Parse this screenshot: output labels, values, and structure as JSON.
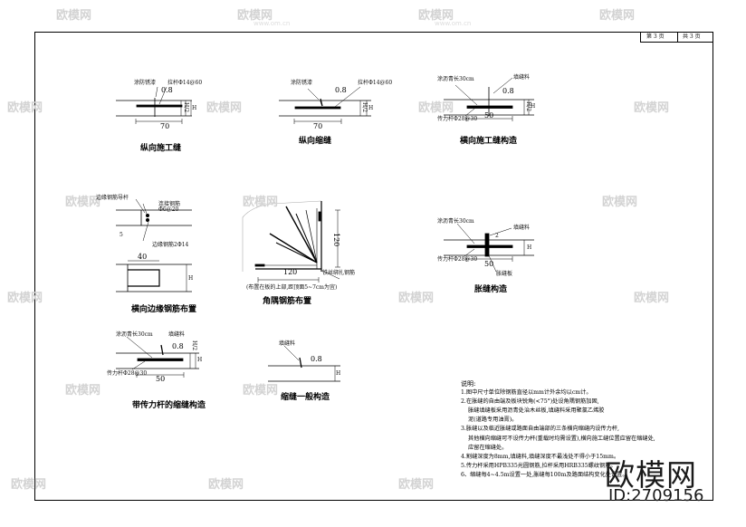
{
  "page_indicator": {
    "current": "第 3 页",
    "total": "共 3 页"
  },
  "details": {
    "longitudinal_construction_joint": {
      "title": "纵向施工缝",
      "labels": [
        "涂防锈漆",
        "拉杆Φ14@60"
      ],
      "dims": [
        "0.8",
        "70",
        "H/2",
        "H"
      ]
    },
    "longitudinal_contraction_joint": {
      "title": "纵向缩缝",
      "labels": [
        "涂防锈漆",
        "拉杆Φ14@60"
      ],
      "dims": [
        "0.8",
        "70",
        "H/2",
        "H"
      ]
    },
    "transverse_construction_joint": {
      "title": "横向施工缝构造",
      "labels": [
        "涂沥青长30cm",
        "填缝料",
        "传力杆Φ28@30"
      ],
      "dims": [
        "0.8",
        "50",
        "H/2",
        "H"
      ]
    },
    "transverse_edge_rebar": {
      "title": "横向边缘钢筋布置",
      "labels": [
        "边缘钢筋导杆",
        "连接钢筋",
        "Φ6@20",
        "边缘钢筋2Φ14"
      ],
      "dims": [
        "40",
        "5",
        "H"
      ]
    },
    "corner_rebar": {
      "title": "角隅钢筋布置",
      "labels": [
        "铁丝绑扎钢筋",
        "(布置在板的上部,距顶面5~7cm为宜)"
      ],
      "dims": [
        "120",
        "120"
      ]
    },
    "expansion_joint": {
      "title": "胀缝构造",
      "labels": [
        "涂沥青长30cm",
        "传力杆Φ28@30",
        "填缝料",
        "胀缝板"
      ],
      "dims": [
        "2",
        "50",
        "H"
      ]
    },
    "dowel_contraction_joint": {
      "title": "带传力杆的缩缝构造",
      "labels": [
        "涂沥青长30cm",
        "传力杆Φ28@30",
        "填缝料"
      ],
      "dims": [
        "0.8",
        "50",
        "H/2",
        "H"
      ]
    },
    "general_contraction_joint": {
      "title": "缩缝一般构造",
      "labels": [
        "填缝料"
      ],
      "dims": [
        "0.8",
        "H"
      ]
    }
  },
  "notes": {
    "heading": "说明:",
    "lines": [
      "1.图中尺寸单位除钢筋直径以mm计外余均以cm计。",
      "2.在胀缝的自由端及板块锐角(<75°)处设角隅钢筋加固,",
      "胀缝填缝板采用沥青处治木丝板,填缝料采用聚氯乙烯胶",
      "泥(道路专用油膏)。",
      "3.胀缝以及临近胀缝或路面自由端部的三条横向缩缝内设传力杆,",
      "其他横向缩缝可不设传力杆(重载时均需设置),横向施工缝位置应留在缩缝处,",
      "应留在缩缝处。",
      "4.割缝深度为8mm,填缝料,填缝深度不最浅处不得小于15mm。",
      "5.传力杆采用HPB335光圆钢筋,拉杆采用HRB335螺纹钢筋。",
      "6、缩缝每4~4.5m设置一处,胀缝每100m及路面结构变化处设置。"
    ]
  },
  "watermark": {
    "text": "欧模网",
    "url": "www.om.cn"
  },
  "branding": {
    "text": "欧模网",
    "id": "ID:2709156"
  }
}
